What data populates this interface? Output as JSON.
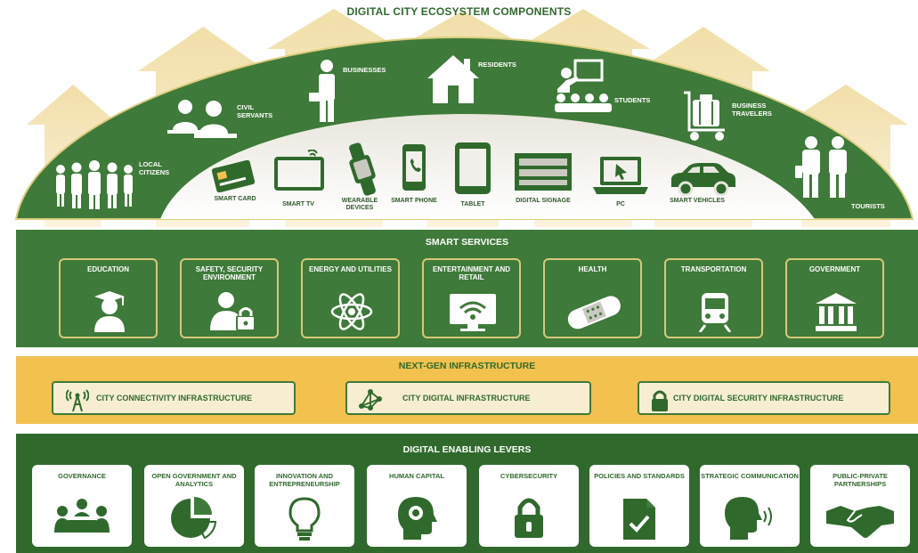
{
  "title": "DIGITAL CITY ECOSYSTEM COMPONENTS",
  "stakeholders": [
    {
      "label": "LOCAL CITIZENS",
      "icon": "group-people-icon"
    },
    {
      "label": "CIVIL SERVANTS",
      "icon": "desk-workers-icon"
    },
    {
      "label": "BUSINESSES",
      "icon": "businessman-icon"
    },
    {
      "label": "RESIDENTS",
      "icon": "house-icon"
    },
    {
      "label": "STUDENTS",
      "icon": "classroom-icon"
    },
    {
      "label": "BUSINESS TRAVELERS",
      "icon": "luggage-cart-icon"
    },
    {
      "label": "TOURISTS",
      "icon": "tourists-icon"
    }
  ],
  "devices": [
    {
      "label": "SMART CARD",
      "icon": "smart-card-icon"
    },
    {
      "label": "SMART TV",
      "icon": "smart-tv-icon"
    },
    {
      "label": "WEARABLE DEVICES",
      "icon": "smartwatch-icon"
    },
    {
      "label": "SMART PHONE",
      "icon": "smartphone-icon"
    },
    {
      "label": "TABLET",
      "icon": "tablet-icon"
    },
    {
      "label": "DIGITAL SIGNAGE",
      "icon": "signage-icon"
    },
    {
      "label": "PC",
      "icon": "laptop-icon"
    },
    {
      "label": "SMART VEHICLES",
      "icon": "car-icon"
    }
  ],
  "smart_services": {
    "title": "SMART SERVICES",
    "items": [
      {
        "label": "EDUCATION",
        "icon": "graduate-icon"
      },
      {
        "label": "SAFETY, SECURITY ENVIRONMENT",
        "icon": "user-lock-icon"
      },
      {
        "label": "ENERGY AND UTILITIES",
        "icon": "atom-icon"
      },
      {
        "label": "ENTERTAINMENT AND RETAIL",
        "icon": "wifi-monitor-icon"
      },
      {
        "label": "HEALTH",
        "icon": "bandage-icon"
      },
      {
        "label": "TRANSPORTATION",
        "icon": "train-icon"
      },
      {
        "label": "GOVERNMENT",
        "icon": "government-building-icon"
      }
    ]
  },
  "infrastructure": {
    "title": "NEXT-GEN INFRASTRUCTURE",
    "items": [
      {
        "label": "CITY CONNECTIVITY INFRASTRUCTURE",
        "icon": "antenna-icon"
      },
      {
        "label": "CITY DIGITAL INFRASTRUCTURE",
        "icon": "network-icon"
      },
      {
        "label": "CITY DIGITAL SECURITY INFRASTRUCTURE",
        "icon": "padlock-icon"
      }
    ]
  },
  "levers": {
    "title": "DIGITAL ENABLING LEVERS",
    "items": [
      {
        "label": "GOVERNANCE",
        "icon": "meeting-icon"
      },
      {
        "label": "OPEN GOVERNMENT AND ANALYTICS",
        "icon": "pie-chart-icon"
      },
      {
        "label": "INNOVATION AND ENTREPRENEURSHIP",
        "icon": "lightbulb-icon"
      },
      {
        "label": "HUMAN CAPITAL",
        "icon": "head-gear-icon"
      },
      {
        "label": "CYBERSECURITY",
        "icon": "padlock-icon"
      },
      {
        "label": "POLICIES AND STANDARDS",
        "icon": "document-check-icon"
      },
      {
        "label": "STRATEGIC COMMUNICATION",
        "icon": "speaking-head-icon"
      },
      {
        "label": "PUBLIC-PRIVATE PARTNERSHIPS",
        "icon": "handshake-icon"
      }
    ]
  },
  "colors": {
    "green_dark": "#2f6a2c",
    "green": "#3e7a39",
    "gold": "#f2c14e",
    "cream": "#f7eed2"
  }
}
